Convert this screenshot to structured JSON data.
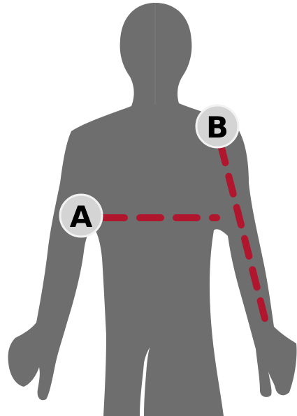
{
  "diagram": {
    "colors": {
      "body": "#6e6e6e",
      "body_seam": "#7c7c7c",
      "measure_line": "#b0162e",
      "marker_fill": "#d4d4d4",
      "marker_stroke": "#f2f2f2",
      "marker_text": "#000000"
    },
    "markers": [
      {
        "id": "chest",
        "label": "A"
      },
      {
        "id": "sleeve",
        "label": "B"
      }
    ],
    "measurements": [
      {
        "id": "chest-width",
        "from_marker": "A",
        "style": "dashed"
      },
      {
        "id": "sleeve-length",
        "from_marker": "B",
        "style": "dashed"
      }
    ]
  }
}
